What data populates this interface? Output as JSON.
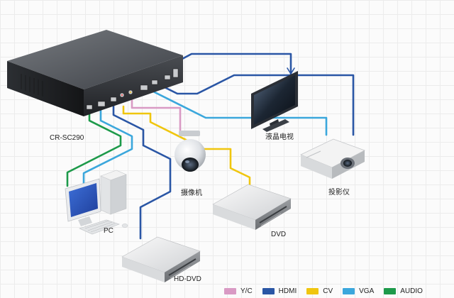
{
  "labels": {
    "switcher": "CR-SC290",
    "tv": "液晶电视",
    "projector": "投影仪",
    "camera": "摄像机",
    "pc": "PC",
    "dvd": "DVD",
    "hddvd": "HD-DVD"
  },
  "legend": [
    {
      "label": "Y/C",
      "color": "#d99ac4"
    },
    {
      "label": "HDMI",
      "color": "#2a56a5"
    },
    {
      "label": "CV",
      "color": "#f0c60f"
    },
    {
      "label": "VGA",
      "color": "#3ba7dc"
    },
    {
      "label": "AUDIO",
      "color": "#1d9a4a"
    }
  ]
}
